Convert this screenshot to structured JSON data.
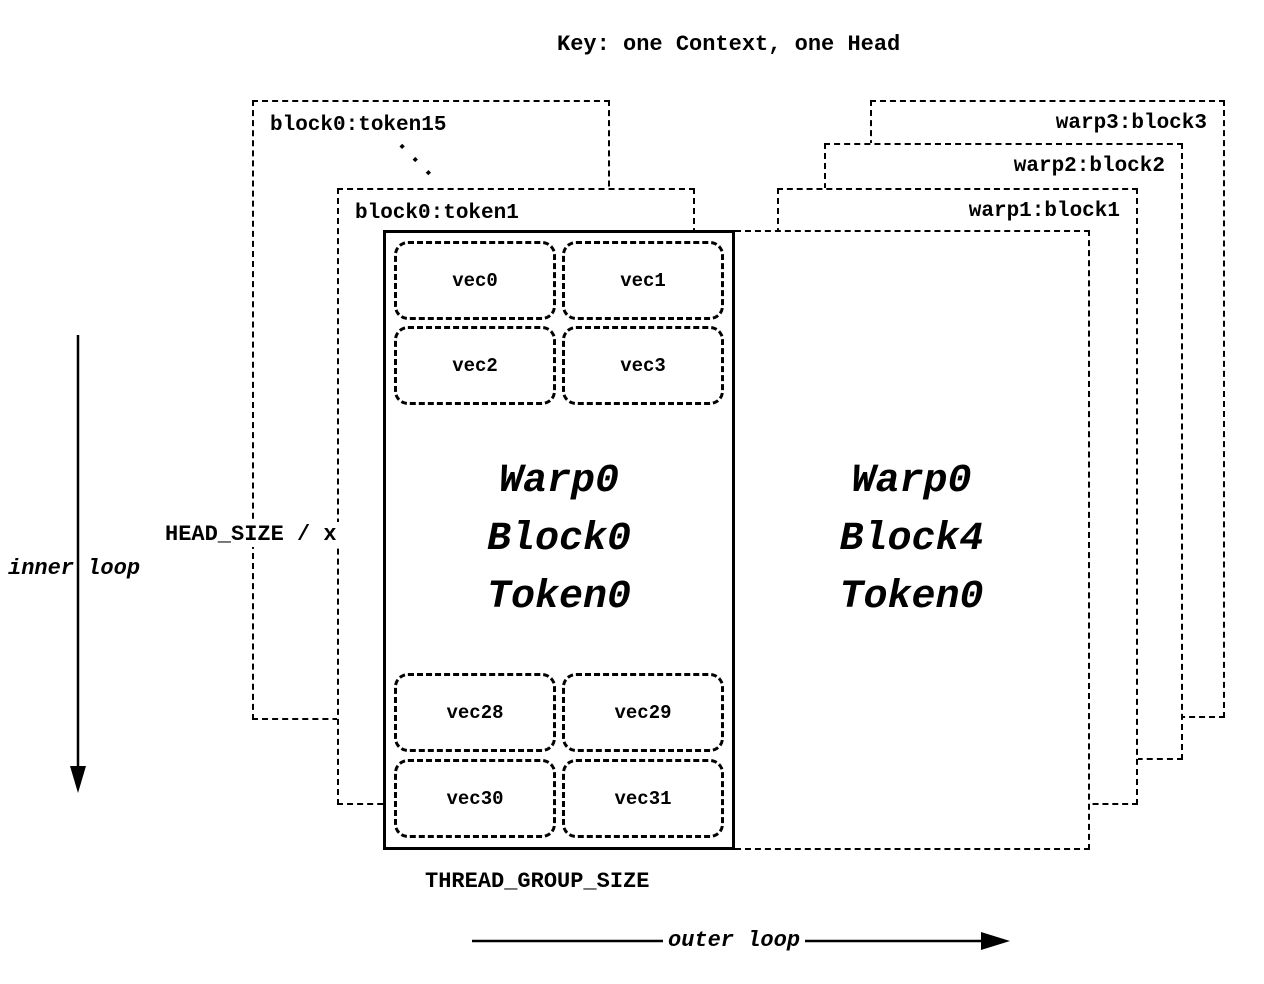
{
  "title": "Key: one Context, one Head",
  "left_axis": {
    "head_size": "HEAD_SIZE / x",
    "inner_loop": "inner loop"
  },
  "bottom_axis": {
    "thread_group_size": "THREAD_GROUP_SIZE",
    "outer_loop": "outer loop"
  },
  "token_layers": {
    "token15": "block0:token15",
    "ellipsis": "...",
    "token1": "block0:token1"
  },
  "warp_layers": {
    "warp1": "warp1:block1",
    "warp2": "warp2:block2",
    "warp3": "warp3:block3"
  },
  "main_block": {
    "title_lines": [
      "Warp0",
      "Block0",
      "Token0"
    ],
    "vec_top": [
      "vec0",
      "vec1",
      "vec2",
      "vec3"
    ],
    "vec_bottom": [
      "vec28",
      "vec29",
      "vec30",
      "vec31"
    ]
  },
  "right_block": {
    "title_lines": [
      "Warp0",
      "Block4",
      "Token0"
    ]
  }
}
